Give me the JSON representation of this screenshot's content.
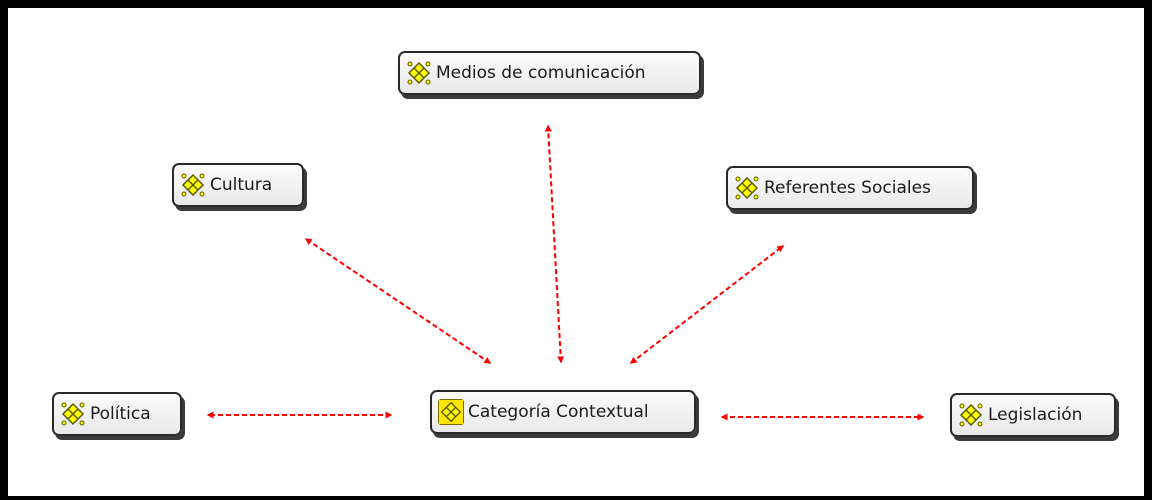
{
  "diagram": {
    "nodes": [
      {
        "id": "medios",
        "label": "Medios de comunicación"
      },
      {
        "id": "cultura",
        "label": "Cultura"
      },
      {
        "id": "referentes",
        "label": "Referentes Sociales"
      },
      {
        "id": "politica",
        "label": "Política"
      },
      {
        "id": "categoria",
        "label": "Categoría Contextual"
      },
      {
        "id": "legislacion",
        "label": "Legislación"
      }
    ],
    "edges": [
      {
        "from": "categoria",
        "to": "medios",
        "style": "dashed",
        "direction": "both"
      },
      {
        "from": "categoria",
        "to": "cultura",
        "style": "dashed",
        "direction": "both"
      },
      {
        "from": "categoria",
        "to": "referentes",
        "style": "dashed",
        "direction": "both"
      },
      {
        "from": "categoria",
        "to": "politica",
        "style": "dashed",
        "direction": "both"
      },
      {
        "from": "categoria",
        "to": "legislacion",
        "style": "dashed",
        "direction": "both"
      }
    ],
    "colors": {
      "edge": "#ff0000",
      "icon_fill": "#ffff00",
      "icon_stroke": "#5a5a00",
      "frame": "#000000"
    },
    "icons": {
      "node": "code-diamond-icon",
      "root": "code-diamond-root-icon"
    }
  }
}
